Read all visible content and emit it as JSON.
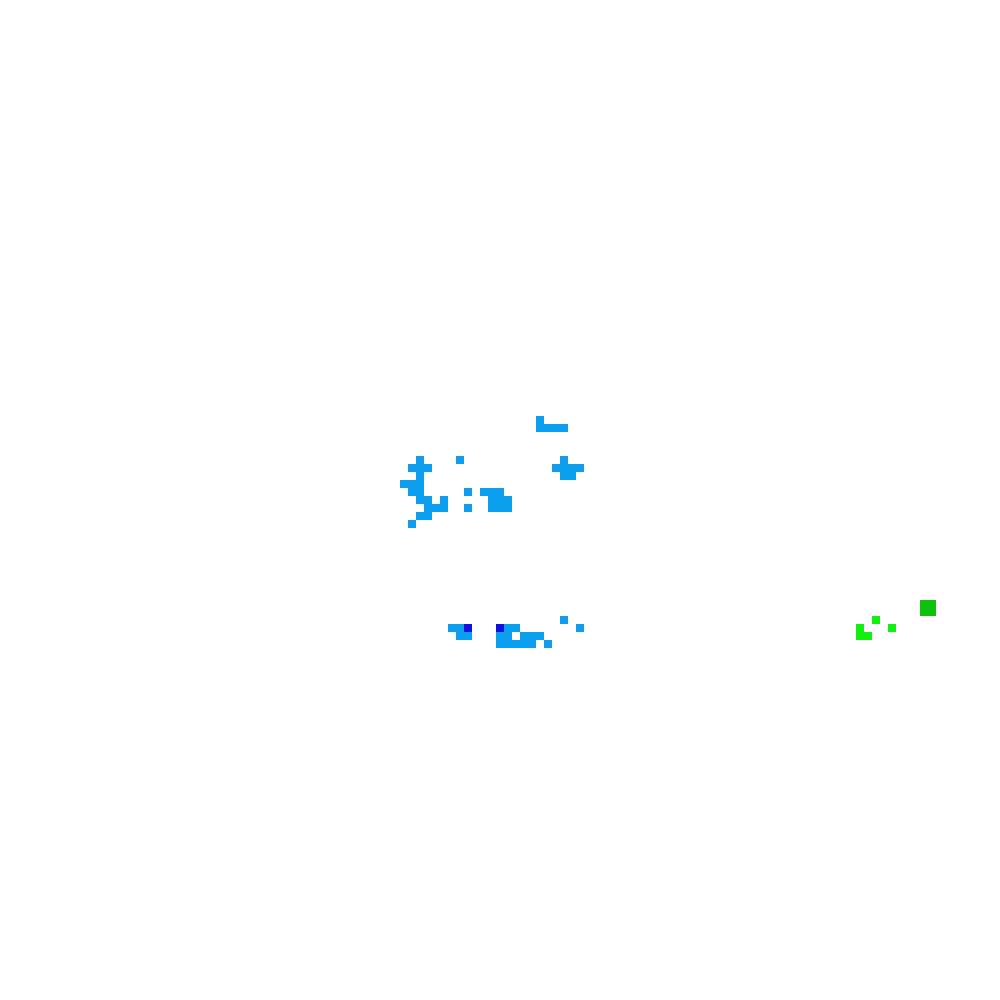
{
  "palette": {
    "background": "#ffffff",
    "sky_blue": "#0aa0ee",
    "deep_blue": "#1010e0",
    "bright_green": "#10f010",
    "dark_green": "#10c010"
  },
  "clusters": [
    {
      "name": "upper-right-mark",
      "color": "sky_blue",
      "cells": [
        [
          67,
          52
        ],
        [
          67,
          53
        ],
        [
          68,
          53
        ],
        [
          69,
          53
        ],
        [
          70,
          53
        ]
      ]
    },
    {
      "name": "left-scatter-cluster",
      "color": "sky_blue",
      "cells": [
        [
          52,
          57
        ],
        [
          57,
          57
        ],
        [
          51,
          58
        ],
        [
          52,
          58
        ],
        [
          53,
          58
        ],
        [
          52,
          59
        ],
        [
          50,
          60
        ],
        [
          51,
          60
        ],
        [
          52,
          60
        ],
        [
          51,
          61
        ],
        [
          52,
          61
        ],
        [
          58,
          61
        ],
        [
          60,
          61
        ],
        [
          61,
          61
        ],
        [
          62,
          61
        ],
        [
          52,
          62
        ],
        [
          53,
          62
        ],
        [
          55,
          62
        ],
        [
          61,
          62
        ],
        [
          62,
          62
        ],
        [
          63,
          62
        ],
        [
          53,
          63
        ],
        [
          54,
          63
        ],
        [
          55,
          63
        ],
        [
          58,
          63
        ],
        [
          61,
          63
        ],
        [
          62,
          63
        ],
        [
          63,
          63
        ],
        [
          52,
          64
        ],
        [
          53,
          64
        ],
        [
          51,
          65
        ]
      ]
    },
    {
      "name": "right-cross-cluster",
      "color": "sky_blue",
      "cells": [
        [
          70,
          57
        ],
        [
          69,
          58
        ],
        [
          70,
          58
        ],
        [
          71,
          58
        ],
        [
          72,
          58
        ],
        [
          70,
          59
        ],
        [
          71,
          59
        ]
      ]
    },
    {
      "name": "lower-scatter-cluster",
      "color": "sky_blue",
      "cells": [
        [
          70,
          77
        ],
        [
          56,
          78
        ],
        [
          57,
          78
        ],
        [
          63,
          78
        ],
        [
          64,
          78
        ],
        [
          72,
          78
        ],
        [
          57,
          79
        ],
        [
          58,
          79
        ],
        [
          62,
          79
        ],
        [
          63,
          79
        ],
        [
          65,
          79
        ],
        [
          66,
          79
        ],
        [
          67,
          79
        ],
        [
          62,
          80
        ],
        [
          63,
          80
        ],
        [
          64,
          80
        ],
        [
          65,
          80
        ],
        [
          66,
          80
        ],
        [
          68,
          80
        ]
      ]
    },
    {
      "name": "deep-blue-marks",
      "color": "deep_blue",
      "cells": [
        [
          58,
          78
        ],
        [
          62,
          78
        ]
      ]
    },
    {
      "name": "dark-green-block",
      "color": "dark_green",
      "cells": [
        [
          115,
          75
        ],
        [
          116,
          75
        ],
        [
          115,
          76
        ],
        [
          116,
          76
        ]
      ]
    },
    {
      "name": "bright-green-cluster",
      "color": "bright_green",
      "cells": [
        [
          109,
          77
        ],
        [
          111,
          78
        ],
        [
          107,
          78
        ],
        [
          107,
          79
        ],
        [
          108,
          79
        ]
      ]
    }
  ]
}
